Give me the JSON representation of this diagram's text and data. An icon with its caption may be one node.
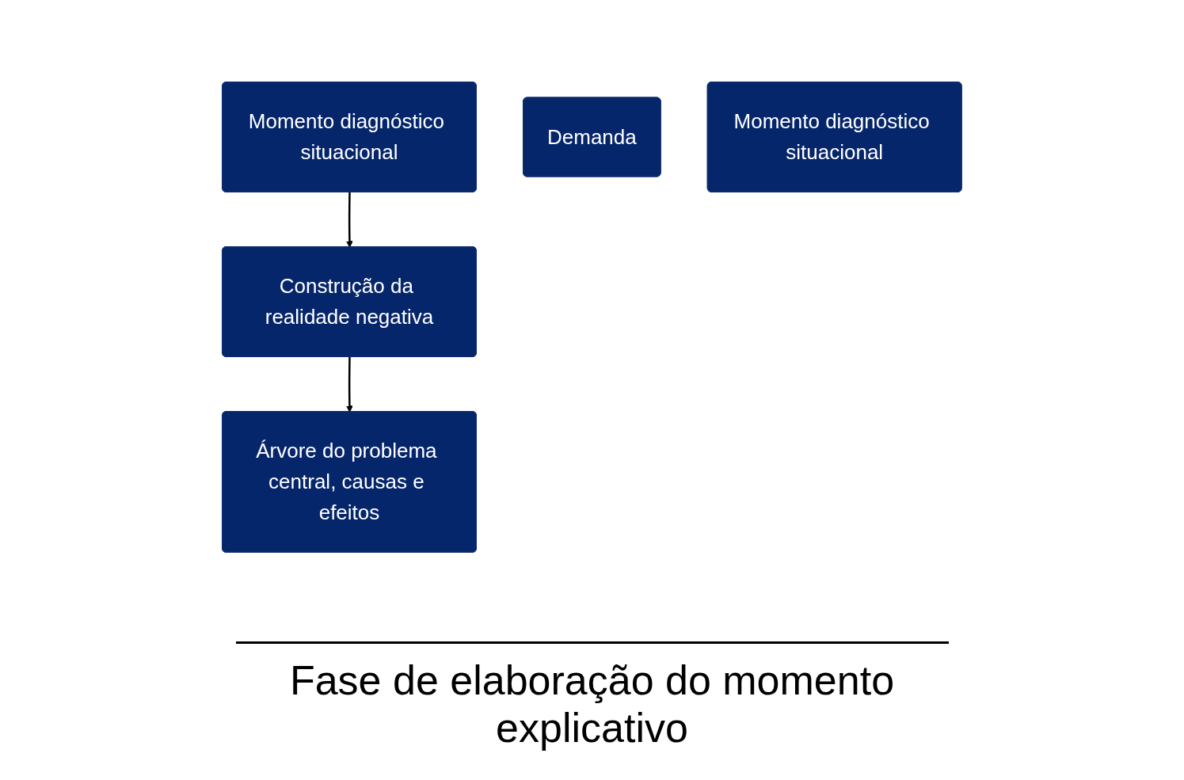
{
  "diagram": {
    "nodes": [
      {
        "text": [
          "Momento diagnóstico situacional"
        ]
      },
      {
        "text": [
          "Construção da realidade negativa"
        ]
      },
      {
        "text": [
          "Árvore do problema central, causas e efeitos"
        ]
      },
      {
        "text": [
          "Demanda"
        ]
      },
      {
        "text": [
          "Momento diagnóstico situacional"
        ]
      }
    ],
    "edges": [
      {
        "from": 0,
        "to": 1,
        "arrow": "to"
      },
      {
        "from": 1,
        "to": 2,
        "arrow": "to"
      }
    ],
    "labels": [
      "Fase de elaboração do momento explicativo"
    ]
  }
}
